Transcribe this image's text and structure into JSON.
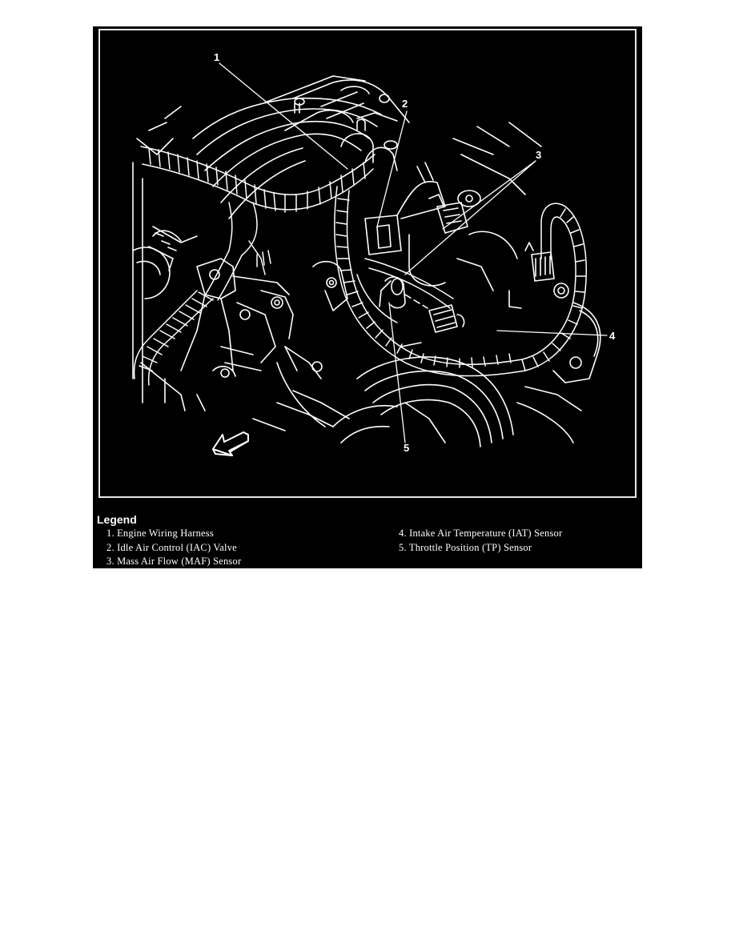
{
  "figure": {
    "callouts": [
      {
        "id": "1",
        "label": "1"
      },
      {
        "id": "2",
        "label": "2"
      },
      {
        "id": "3",
        "label": "3"
      },
      {
        "id": "4",
        "label": "4"
      },
      {
        "id": "5",
        "label": "5"
      }
    ],
    "front_arrow_icon": "front-direction-arrow",
    "colors": {
      "background": "#000000",
      "lines": "#ffffff",
      "page": "#ffffff"
    }
  },
  "legend": {
    "title": "Legend",
    "items": [
      {
        "text": "1. Engine Wiring Harness"
      },
      {
        "text": "2. Idle Air Control (IAC) Valve"
      },
      {
        "text": "3. Mass Air Flow (MAF) Sensor"
      },
      {
        "text": "4. Intake Air Temperature (IAT) Sensor"
      },
      {
        "text": "5. Throttle Position (TP) Sensor"
      }
    ]
  }
}
